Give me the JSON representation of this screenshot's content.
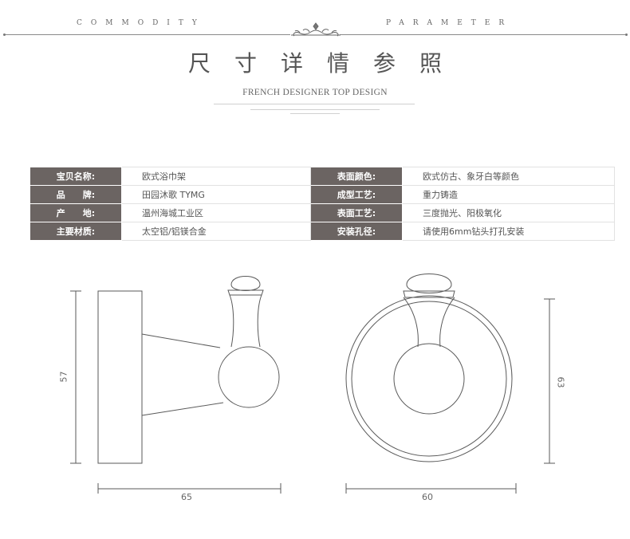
{
  "header": {
    "left_word": "COMMODITY",
    "right_word": "PARAMETER",
    "title": "尺寸详情参照",
    "subtitle": "FRENCH DESIGNER TOP DESIGN"
  },
  "params": {
    "rows": [
      {
        "label1": "宝贝名称:",
        "value1": "欧式浴巾架",
        "label2": "表面颜色:",
        "value2": "欧式仿古、象牙白等颜色"
      },
      {
        "label1": "品　　牌:",
        "value1": "田园沐歌 TYMG",
        "label2": "成型工艺:",
        "value2": "重力铸造"
      },
      {
        "label1": "产　　地:",
        "value1": "温州海城工业区",
        "label2": "表面工艺:",
        "value2": "三度抛光、阳极氧化"
      },
      {
        "label1": "主要材质:",
        "value1": "太空铝/铝镁合金",
        "label2": "安装孔径:",
        "value2": "请使用6mm钻头打孔安装"
      }
    ]
  },
  "drawings": {
    "side_height": "57",
    "side_width": "65",
    "front_height": "63",
    "front_width": "60"
  },
  "colors": {
    "label_bg": "#6b6462",
    "line": "#8a8a8a",
    "drawing_line": "#5a5a5a"
  }
}
